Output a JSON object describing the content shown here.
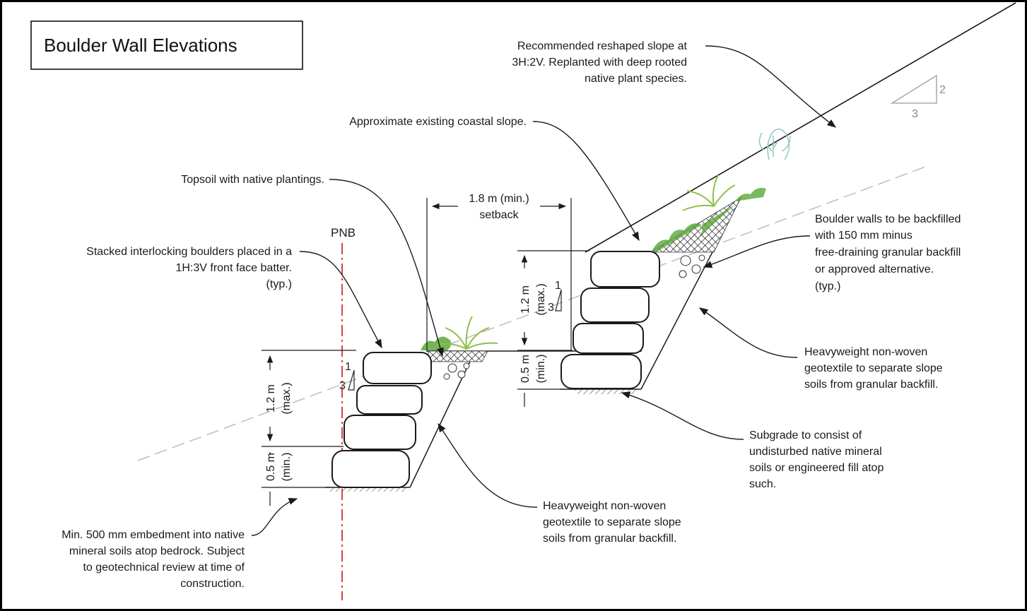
{
  "title": "Boulder Wall Elevations",
  "pnb_label": "PNB",
  "slope_ratio": {
    "rise": "2",
    "run": "3"
  },
  "batter_ratio": {
    "h": "1",
    "v": "3"
  },
  "dimensions": {
    "setback": [
      "1.8 m (min.)",
      "setback"
    ],
    "lower_height": [
      "1.2 m",
      "(max.)"
    ],
    "lower_embed": [
      "0.5 m",
      "(min.)"
    ],
    "upper_height": [
      "1.2 m",
      "(max.)"
    ],
    "upper_embed": [
      "0.5 m",
      "(min.)"
    ]
  },
  "callouts": {
    "reshaped_slope": [
      "Recommended reshaped slope at",
      "3H:2V. Replanted with deep rooted",
      "native plant species."
    ],
    "existing_slope": [
      "Approximate existing coastal slope."
    ],
    "topsoil": [
      "Topsoil with native plantings."
    ],
    "stacked_boulders": [
      "Stacked interlocking boulders placed in a",
      "1H:3V front face batter.",
      "(typ.)"
    ],
    "backfill": [
      "Boulder walls to be backfilled",
      "with 150 mm minus",
      "free-draining granular backfill",
      "or approved alternative.",
      "(typ.)"
    ],
    "geotextile_upper": [
      "Heavyweight non-woven",
      "geotextile to separate slope",
      "soils from granular backfill."
    ],
    "subgrade": [
      "Subgrade to consist of",
      "undisturbed native mineral",
      "soils or engineered fill atop",
      "such."
    ],
    "geotextile_lower": [
      "Heavyweight non-woven",
      "geotextile to separate slope",
      "soils from granular backfill."
    ],
    "embedment": [
      "Min. 500 mm embedment into native",
      "mineral soils atop bedrock. Subject",
      "to geotechnical review at time of",
      "construction."
    ]
  },
  "colors": {
    "line": "#1a1a1a",
    "pnb_line": "#d0342c",
    "dashed_slope": "#b5b5b5",
    "vegetation": "#5aa83a",
    "fern": "#8fbf4a",
    "shrub": "#8ec7c0"
  }
}
